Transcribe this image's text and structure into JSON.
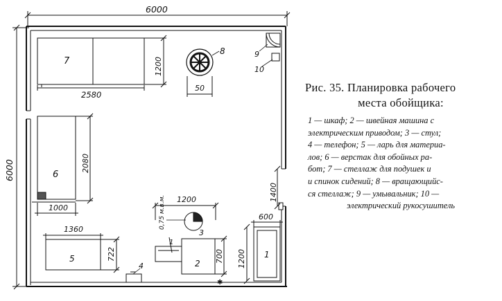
{
  "dimensions": {
    "width_total": "6000",
    "height_total": "6000",
    "rack_width": "2580",
    "rack_depth": "1200",
    "table_length": "2080",
    "table_width": "1000",
    "door_gap": "1400",
    "chest_width": "1360",
    "chest_depth": "722",
    "machine_area": "1200",
    "machine_depth": "700",
    "dryer_width": "50",
    "shelf_width": "600",
    "shelf_depth": "1200",
    "chair_radius": "0,75 м.в.м."
  },
  "labels": {
    "n1": "1",
    "n2": "2",
    "n3": "3",
    "n4": "4",
    "n5": "5",
    "n6": "6",
    "n7": "7",
    "n8": "8",
    "n9": "9",
    "n10": "10"
  },
  "caption": {
    "title_line1": "Рис. 35. Планировка рабочего",
    "title_line2": "места обойщика:",
    "legend_lines": [
      "1 — шкаф; 2 — швейная машина с",
      "электрическим приводом; 3 — стул;",
      "4 — телефон; 5 — ларь для материа-",
      "лов; 6 — верстак для обойных ра-",
      "бот; 7 — стеллаж для подушек и",
      "и спинок сидений; 8 — вращающийс-",
      "ся стеллаж; 9 — умывальник; 10 —",
      "электрический рукосушитель"
    ]
  }
}
